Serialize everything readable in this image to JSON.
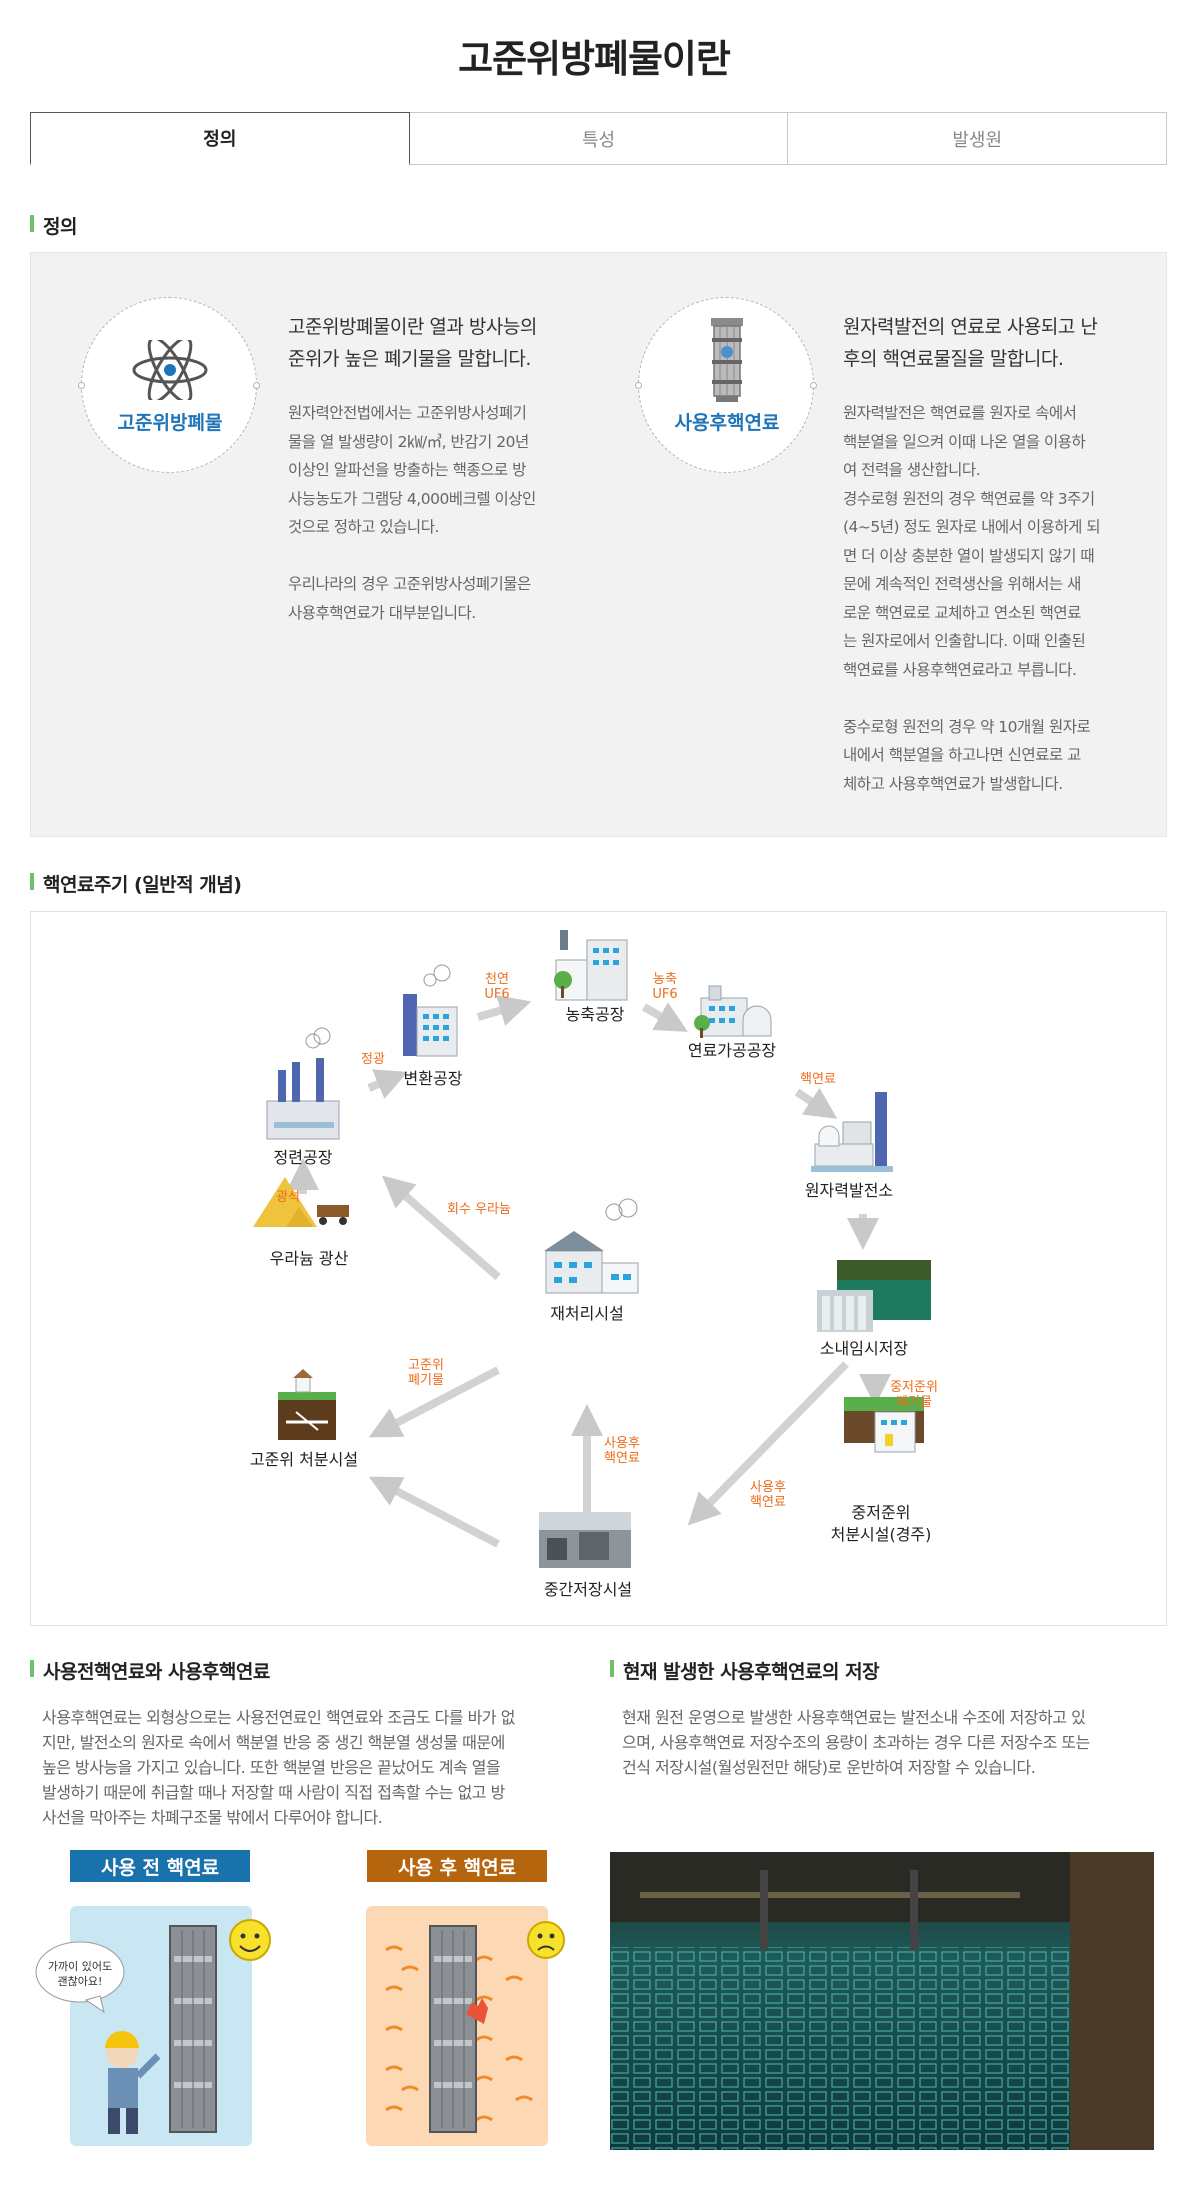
{
  "page": {
    "title": "고준위방폐물이란"
  },
  "tabs": [
    {
      "label": "정의",
      "active": true
    },
    {
      "label": "특성",
      "active": false
    },
    {
      "label": "발생원",
      "active": false
    }
  ],
  "definition": {
    "heading": "정의",
    "left": {
      "icon_label": "고준위방폐물",
      "icon": "atom-icon",
      "lead": [
        "고준위방폐물이란 열과 방사능의",
        "준위가 높은 폐기물을 말합니다."
      ],
      "body": [
        "원자력안전법에서는 고준위방사성폐기",
        "물을 열 발생량이 2㎾/㎥, 반감기 20년",
        "이상인 알파선을 방출하는 핵종으로 방",
        "사능농도가 그램당 4,000베크렐 이상인",
        "것으로 정하고 있습니다.",
        "",
        "우리나라의 경우 고준위방사성폐기물은",
        "사용후핵연료가 대부분입니다."
      ]
    },
    "right": {
      "icon_label": "사용후핵연료",
      "icon": "fuel-assembly-icon",
      "lead": [
        "원자력발전의 연료로 사용되고 난",
        "후의 핵연료물질을 말합니다."
      ],
      "body": [
        "원자력발전은 핵연료를 원자로 속에서",
        "핵분열을 일으켜 이때 나온 열을 이용하",
        "여 전력을 생산합니다.",
        "경수로형 원전의 경우 핵연료를 약 3주기",
        "(4~5년) 정도 원자로 내에서 이용하게 되",
        "면 더 이상 충분한 열이 발생되지 않기 때",
        "문에 계속적인 전력생산을 위해서는 새",
        "로운 핵연료로 교체하고 연소된 핵연료",
        "는 원자로에서 인출합니다. 이때 인출된",
        "핵연료를 사용후핵연료라고 부릅니다.",
        "",
        "중수로형 원전의 경우 약 10개월 원자로",
        "내에서 핵분열을 하고나면 신연료로 교",
        "체하고 사용후핵연료가 발생합니다."
      ]
    }
  },
  "cycle": {
    "heading": "핵연료주기 (일반적 개념)",
    "nodes": {
      "mine": "우라늄 광산",
      "refinery": "정련공장",
      "conversion": "변환공장",
      "enrichment": "농축공장",
      "fabrication": "연료가공공장",
      "plant": "원자력발전소",
      "onsite": "소내임시저장",
      "lilw": [
        "중저준위",
        "처분시설(경주)"
      ],
      "reprocess": "재처리시설",
      "interim": "중간저장시설",
      "hlw_disposal": "고준위 처분시설"
    },
    "flows": {
      "ore": "광석",
      "yellowcake": "정광",
      "natural_uf6": [
        "천연",
        "UF6"
      ],
      "enriched_uf6": [
        "농축",
        "UF6"
      ],
      "fuel": "핵연료",
      "lilw_waste": [
        "중저준위",
        "폐기물"
      ],
      "spent_to_interim": [
        "사용후",
        "핵연료"
      ],
      "spent_to_reprocess": [
        "사용후",
        "핵연료"
      ],
      "hlw_waste": [
        "고준위",
        "폐기물"
      ],
      "recovered_u": "회수 우라늄"
    }
  },
  "compare": {
    "heading": "사용전핵연료와 사용후핵연료",
    "text": [
      "사용후핵연료는 외형상으로는 사용전연료인 핵연료와 조금도 다를 바가 없",
      "지만, 발전소의 원자로 속에서 핵분열 반응 중 생긴 핵분열 생성물 때문에",
      "높은 방사능을 가지고 있습니다. 또한 핵분열 반응은 끝났어도 계속 열을",
      "발생하기 때문에 취급할 때나 저장할 때 사람이 직접 접촉할 수는 없고 방",
      "사선을 막아주는 차폐구조물 밖에서 다루어야 합니다."
    ],
    "before_label": "사용 전 핵연료",
    "after_label": "사용 후 핵연료",
    "speech": [
      "가까이 있어도",
      "괜찮아요!"
    ],
    "before_color": "#1a72ad",
    "after_color": "#b5650d"
  },
  "storage": {
    "heading": "현재 발생한 사용후핵연료의 저장",
    "text": [
      "현재 원전 운영으로 발생한 사용후핵연료는 발전소내 수조에 저장하고 있",
      "으며, 사용후핵연료 저장수조의 용량이 초과하는 경우 다른 저장수조 또는",
      "건식 저장시설(월성원전만 해당)로 운반하여 저장할 수 있습니다."
    ]
  },
  "colors": {
    "accent_green": "#6ec16a",
    "label_blue": "#1f74b8",
    "flow_orange": "#ee6c1a"
  }
}
